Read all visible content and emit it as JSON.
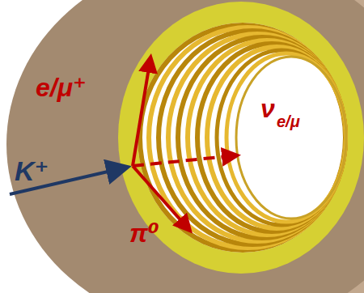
{
  "diagram": {
    "labels": [
      "K⁺",
      "e/μ⁺",
      "ν",
      "e/μ",
      "π⁰"
    ]
  }
}
